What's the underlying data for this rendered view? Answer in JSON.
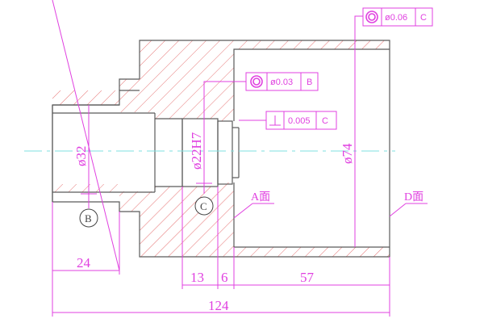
{
  "drawing": {
    "colors": {
      "outline": "#5a5a5a",
      "dimension": "#e040e0",
      "hatch": "#e05050",
      "centerline": "#7fe0e0"
    },
    "dimensions": {
      "d32": "ø32",
      "d22h7": "ø22H7",
      "d74": "ø74",
      "len24": "24",
      "len13": "13",
      "len6": "6",
      "len57": "57",
      "len124": "124"
    },
    "tolerances": [
      {
        "symbol": "concentricity",
        "value": "ø0.06",
        "datum": "C"
      },
      {
        "symbol": "concentricity",
        "value": "ø0.03",
        "datum": "B"
      },
      {
        "symbol": "perpendicularity",
        "value": "0.005",
        "datum": "C"
      }
    ],
    "datums": {
      "b": "B",
      "c": "C"
    },
    "surface_labels": {
      "a": "A面",
      "d": "D面"
    }
  }
}
